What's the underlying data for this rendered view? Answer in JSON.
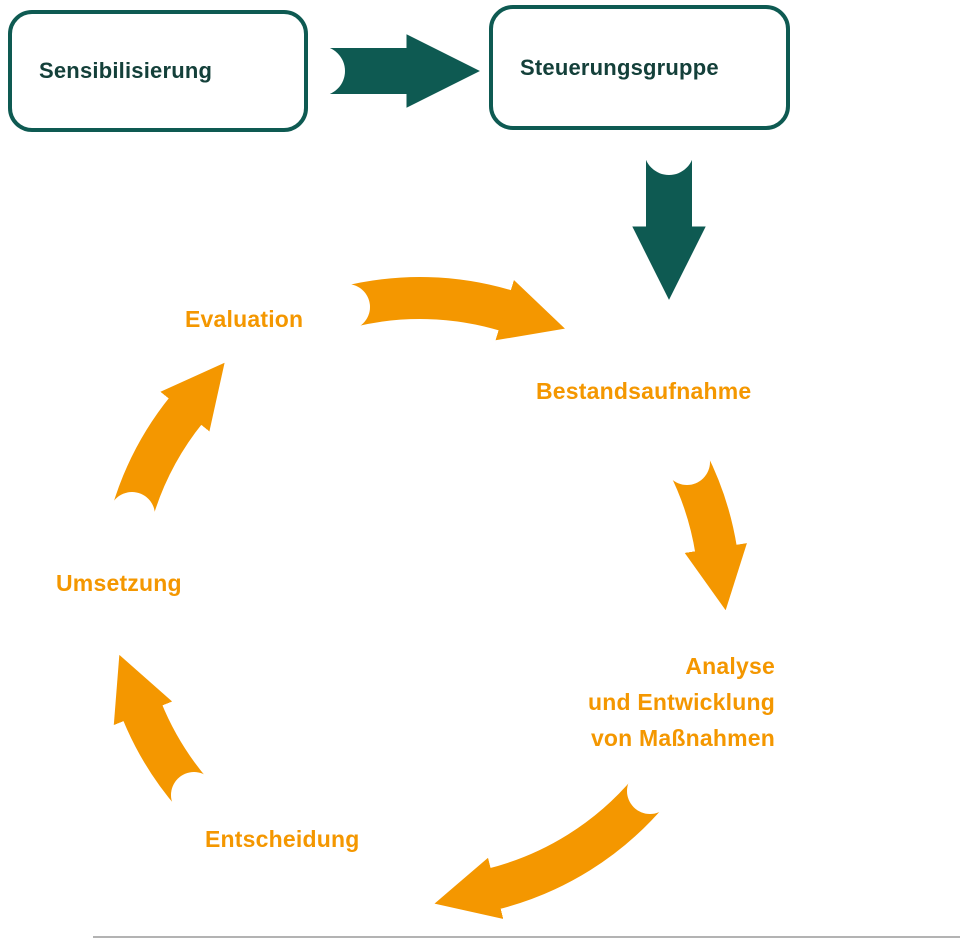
{
  "colors": {
    "teal": "#0e5a52",
    "orange": "#f49700",
    "box_text": "#14403a",
    "divider": "#b3b3b3"
  },
  "flow": {
    "boxes": [
      {
        "label": "Sensibilisierung"
      },
      {
        "label": "Steuerungsgruppe"
      }
    ]
  },
  "cycle": {
    "bestandsaufnahme": "Bestandsaufnahme",
    "analyse": {
      "line1": "Analyse",
      "line2": "und Entwicklung",
      "line3": "von Maßnahmen"
    },
    "entscheidung": "Entscheidung",
    "umsetzung": "Umsetzung",
    "evaluation": "Evaluation"
  }
}
